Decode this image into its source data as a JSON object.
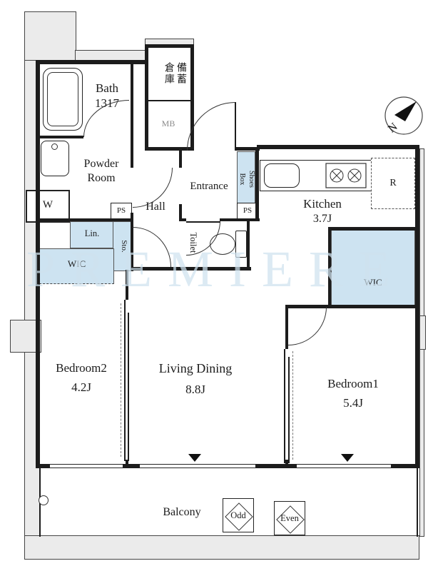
{
  "watermark": "PREMIERE",
  "compass": {
    "label": "N"
  },
  "labels": {
    "bath_name": "Bath",
    "bath_size": "1317",
    "bichiku_line1": "備蓄",
    "bichiku_line2": "倉庫",
    "mb": "MB",
    "powder_line1": "Powder",
    "powder_line2": "Room",
    "washer": "W",
    "ps_left": "PS",
    "ps_right": "PS",
    "linen": "Lin.",
    "storage": "Sto.",
    "wic_left": "WIC",
    "hall": "Hall",
    "entrance": "Entrance",
    "shoes_line1": "Shoes",
    "shoes_line2": "Box",
    "toilet": "Toilet",
    "kitchen_name": "Kitchen",
    "kitchen_size": "3.7J",
    "fridge": "R",
    "wic_right": "WIC",
    "bedroom2_name": "Bedroom2",
    "bedroom2_size": "4.2J",
    "living_name": "Living Dining",
    "living_size": "8.8J",
    "bedroom1_name": "Bedroom1",
    "bedroom1_size": "5.4J",
    "balcony": "Balcony",
    "odd": "Odd",
    "even": "Even"
  },
  "colors": {
    "wall": "#1c1c1c",
    "closet_fill": "#cde3f1",
    "concrete_fill": "#ebebeb",
    "watermark_tint": "#cfe2ef"
  }
}
